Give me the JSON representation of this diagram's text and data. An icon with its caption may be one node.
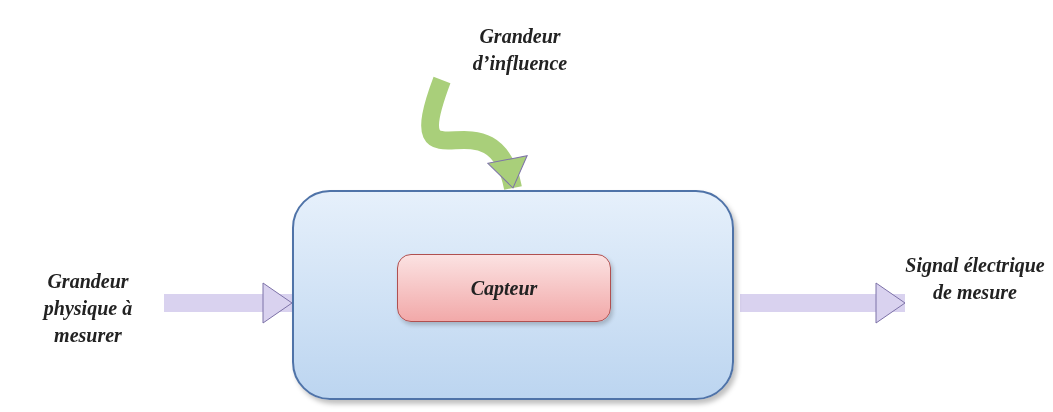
{
  "diagram": {
    "nodes": [
      {
        "text": [
          "Grandeur physique à mesurer"
        ]
      },
      {
        "text": [],
        "shape": "box"
      },
      {
        "text": [
          "Capteur"
        ],
        "in": 1
      },
      {
        "text": [
          "Signal électrique de mesure"
        ]
      },
      {
        "text": [
          "Grandeur d’influence"
        ]
      }
    ],
    "edges": [
      {
        "from": 0,
        "to": 1,
        "arrow": "to"
      },
      {
        "from": 1,
        "to": 3,
        "arrow": "to"
      },
      {
        "from": 4,
        "to": 1,
        "arrow": "to",
        "color": "#a9cf7a"
      }
    ]
  }
}
